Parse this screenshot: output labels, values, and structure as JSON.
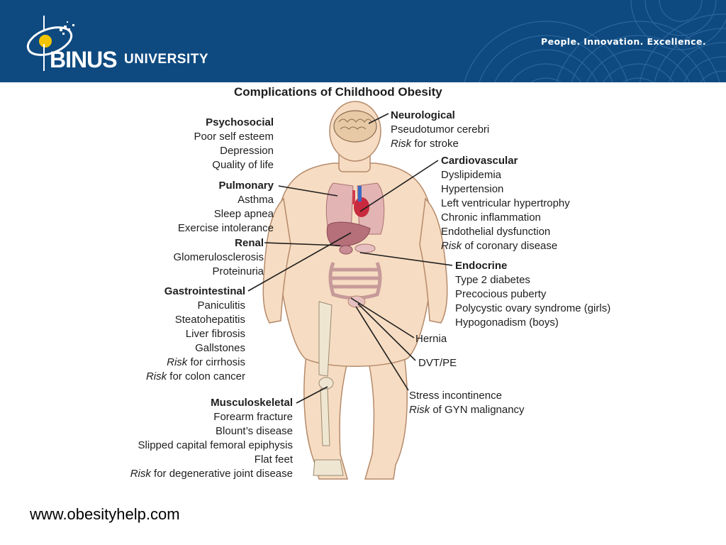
{
  "header": {
    "brand_main": "BINUS",
    "brand_sub": "UNIVERSITY",
    "tagline": "People. Innovation. Excellence.",
    "bg_color": "#0e4a80"
  },
  "figure": {
    "title": "Complications of Childhood Obesity",
    "psychosocial": {
      "heading": "Psychosocial",
      "items": [
        "Poor self esteem",
        "Depression",
        "Quality of life"
      ]
    },
    "pulmonary": {
      "heading": "Pulmonary",
      "items": [
        "Asthma",
        "Sleep apnea",
        "Exercise intolerance"
      ]
    },
    "renal": {
      "heading": "Renal",
      "items": [
        "Glomerulosclerosis",
        "Proteinuria"
      ]
    },
    "gastrointestinal": {
      "heading": "Gastrointestinal",
      "items": [
        "Paniculitis",
        "Steatohepatitis",
        "Liver fibrosis",
        "Gallstones"
      ],
      "risk_word": "Risk",
      "risk_items": [
        " for cirrhosis",
        " for colon cancer"
      ]
    },
    "musculoskeletal": {
      "heading": "Musculoskeletal",
      "items": [
        "Forearm fracture",
        "Blount’s disease",
        "Slipped capital femoral epiphysis",
        "Flat feet"
      ],
      "risk_word": "Risk",
      "risk_items": [
        " for degenerative joint disease"
      ]
    },
    "neurological": {
      "heading": "Neurological",
      "items": [
        "Pseudotumor cerebri"
      ],
      "risk_word": "Risk",
      "risk_items": [
        " for stroke"
      ]
    },
    "cardiovascular": {
      "heading": "Cardiovascular",
      "items": [
        "Dyslipidemia",
        "Hypertension",
        "Left ventricular hypertrophy",
        "Chronic inflammation",
        "Endothelial dysfunction"
      ],
      "risk_word": "Risk",
      "risk_items": [
        " of coronary disease"
      ]
    },
    "endocrine": {
      "heading": "Endocrine",
      "items": [
        "Type 2 diabetes",
        "Precocious puberty",
        "Polycystic ovary syndrome (girls)",
        "Hypogonadism (boys)"
      ]
    },
    "hernia": "Hernia",
    "dvt": "DVT/PE",
    "stress": {
      "line1": "Stress incontinence",
      "risk_word": "Risk",
      "risk_rest": " of GYN malignancy"
    }
  },
  "footer": {
    "url": "www.obesityhelp.com"
  }
}
